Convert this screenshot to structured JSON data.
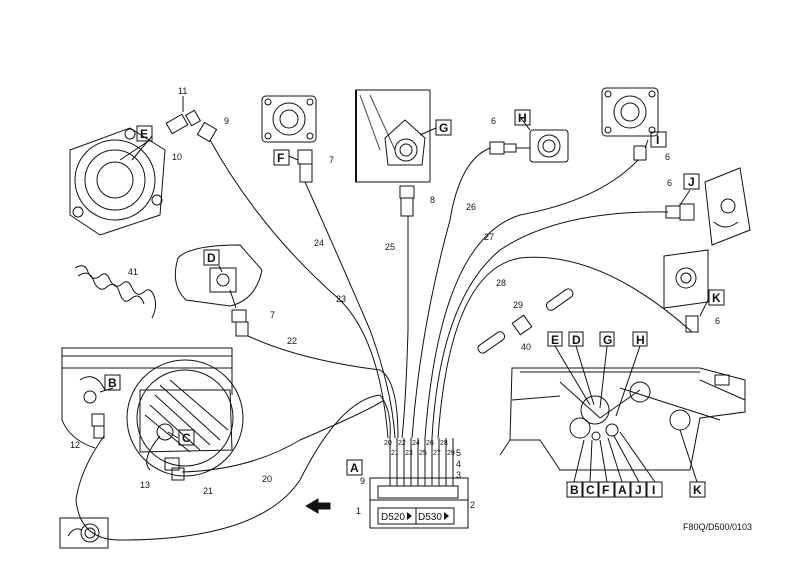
{
  "callouts_boxed": {
    "A": "A",
    "B": "B",
    "C": "C",
    "D": "D",
    "E": "E",
    "F": "F",
    "G": "G",
    "H": "H",
    "I": "I",
    "J": "J",
    "K": "K"
  },
  "numbers": {
    "n1": "1",
    "n2": "2",
    "n3": "3",
    "n4": "4",
    "n5": "5",
    "n6a": "6",
    "n6b": "6",
    "n6c": "6",
    "n6d": "6",
    "n7a": "7",
    "n7b": "7",
    "n8": "8",
    "n9a": "9",
    "n9b": "9",
    "n10": "10",
    "n11": "11",
    "n12": "12",
    "n13": "13",
    "n20": "20",
    "n21": "21",
    "n22": "22",
    "n23": "23",
    "n24": "24",
    "n25": "25",
    "n26": "26",
    "n27": "27",
    "n28": "28",
    "n29": "29",
    "n40": "40",
    "n41": "41"
  },
  "block_numbers": [
    "20",
    "22",
    "24",
    "26",
    "28",
    "21",
    "23",
    "25",
    "27",
    "29"
  ],
  "models": {
    "left": "D520",
    "right": "D530"
  },
  "machine_letters_top": [
    "E",
    "D",
    "G",
    "H"
  ],
  "machine_letters_bottom": [
    "B",
    "C",
    "F",
    "A",
    "J",
    "I",
    "K"
  ],
  "reference": "F80Q/D500/0103"
}
